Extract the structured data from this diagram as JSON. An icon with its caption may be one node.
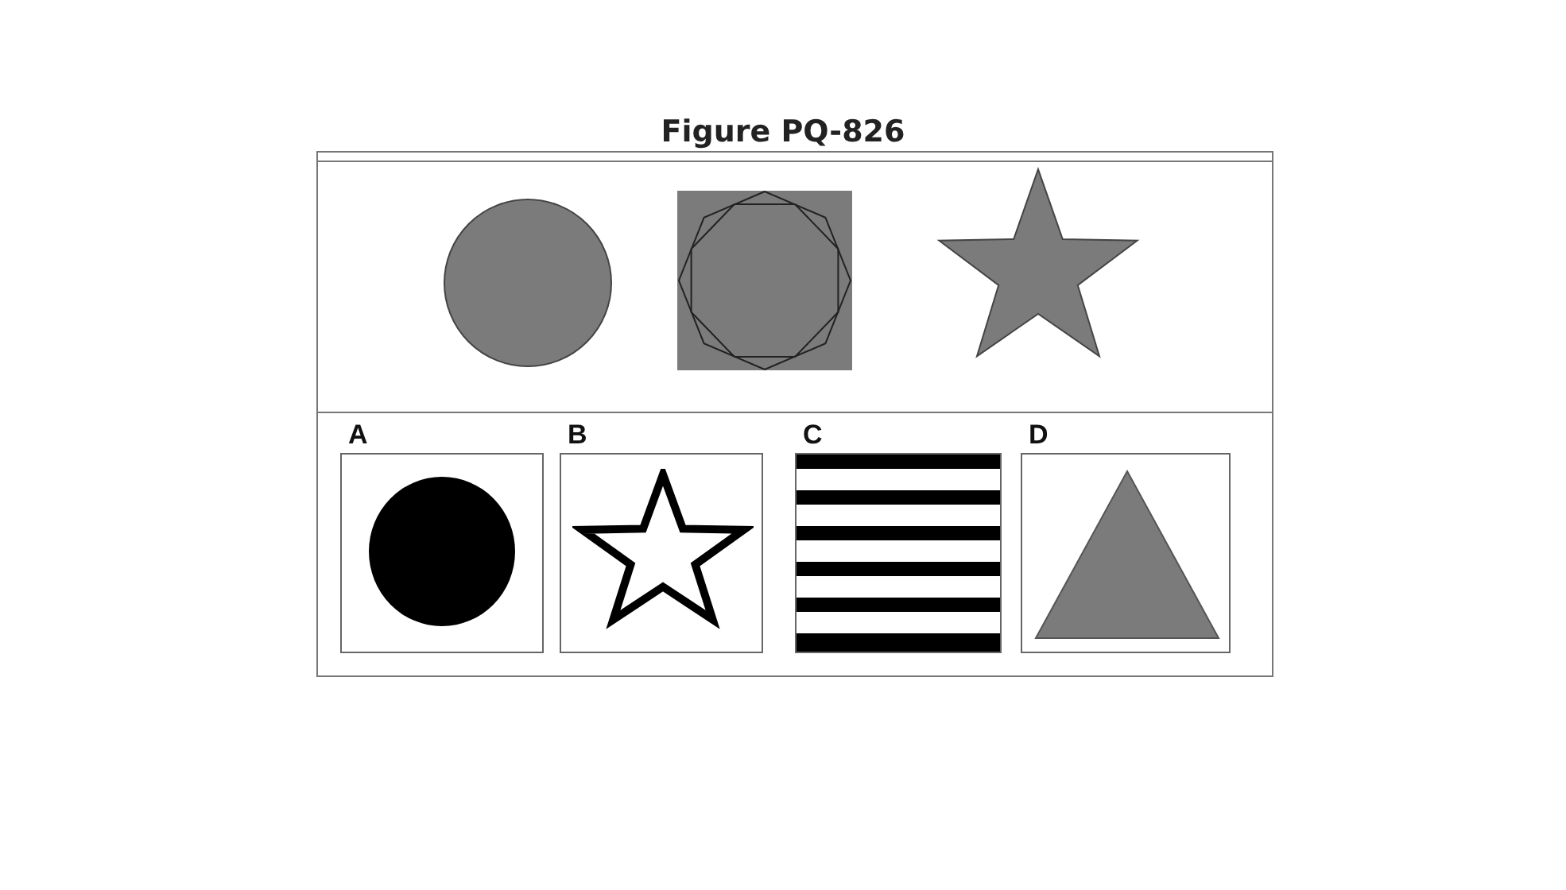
{
  "diagram": {
    "title": "Figure PQ-826",
    "nodes": [
      {
        "text": [],
        "shape": "circle"
      },
      {
        "text": [],
        "shape": "box"
      },
      {
        "text": [],
        "shape": "star"
      },
      {
        "text": [
          "A"
        ]
      },
      {
        "text": [],
        "shape": "circle",
        "in": 3
      },
      {
        "text": [
          "B"
        ]
      },
      {
        "text": [],
        "shape": "star",
        "in": 5
      },
      {
        "text": [
          "C"
        ]
      },
      {
        "text": [],
        "shape": "box",
        "in": 7
      },
      {
        "text": [
          "D"
        ]
      },
      {
        "text": [],
        "shape": "triangle",
        "in": 9
      }
    ]
  }
}
